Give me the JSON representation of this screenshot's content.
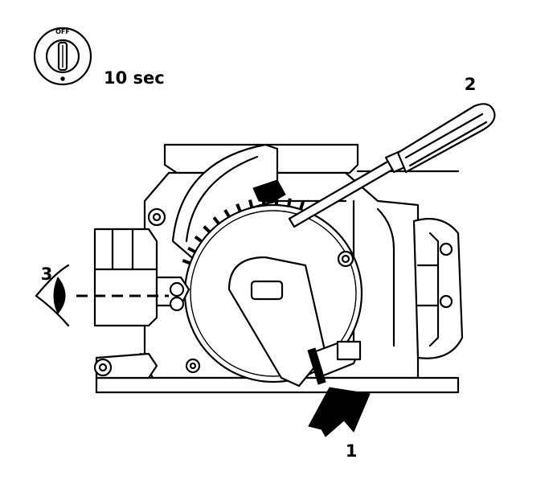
{
  "switch": {
    "off_text": "OFF",
    "duration_text": "10 sec"
  },
  "callouts": {
    "one": "1",
    "two": "2",
    "three": "3"
  }
}
